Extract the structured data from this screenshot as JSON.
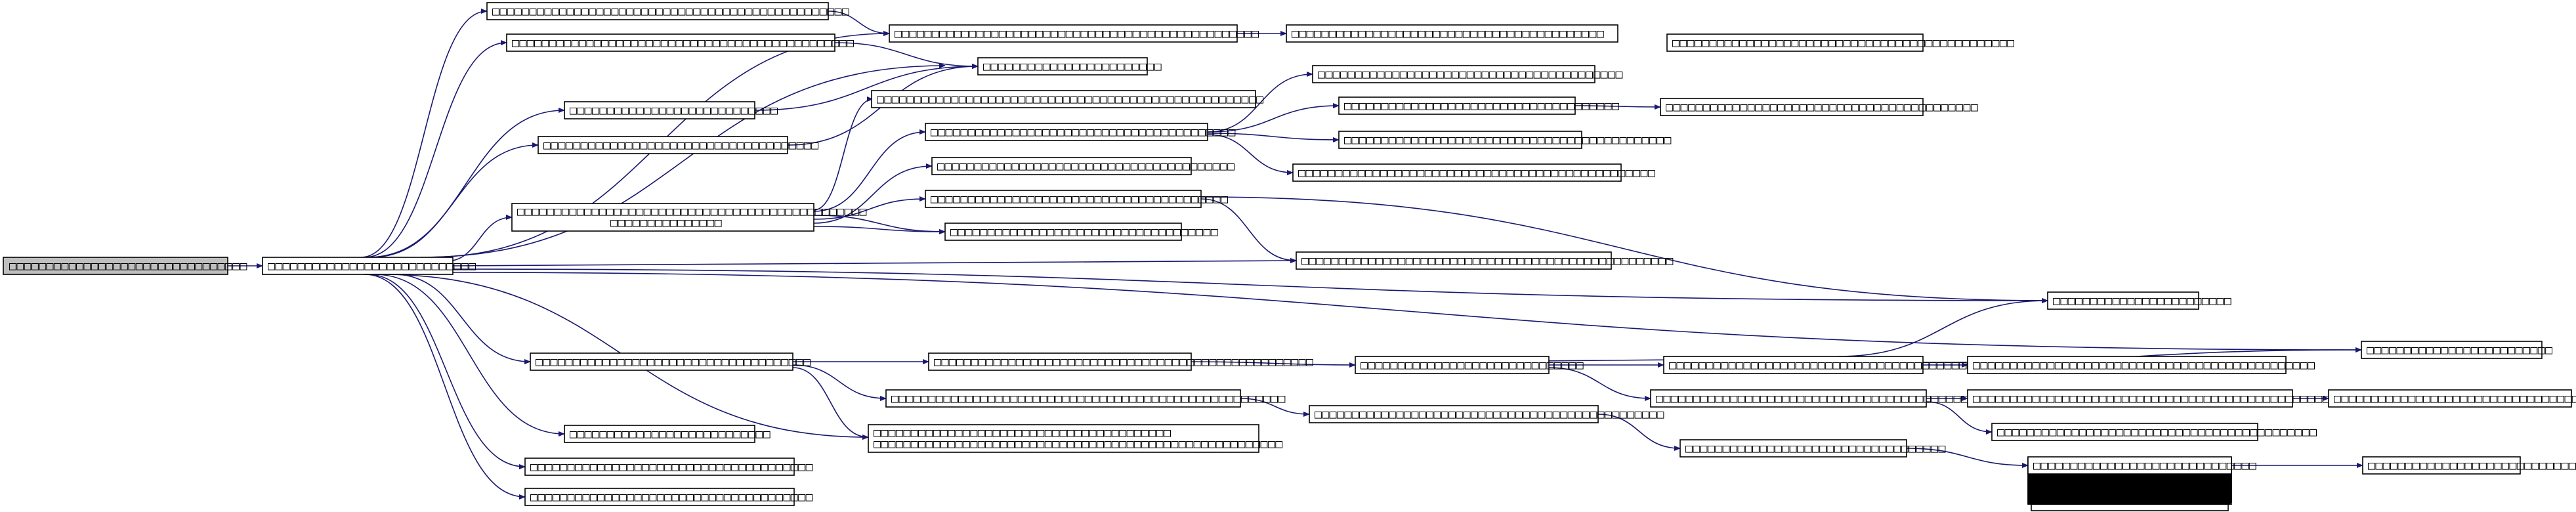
{
  "diagram": {
    "kind": "call-graph",
    "colors": {
      "edge": "#191970",
      "root_fill": "#bfbfbf",
      "node_fill": "#ffffff",
      "border": "#000000"
    },
    "glyph_note": "Every node label renders as unreadable placeholder boxes (missing-font glyphs); each label is a string of those glyphs.",
    "nodes": {
      "n_root": {
        "label": "□□□□□□□□□□□□□□□□□□□□□□□□□□□□□□□□",
        "root": true
      },
      "n_a": {
        "label": "□□□□□□□□□□□□□□□□□□□□□□□□□□□□"
      },
      "n_b1": {
        "label": "□□□□□□□□□□□□□□□□□□□□□□□□□□□□□□□□□□□□□□□□□□□□□□□□"
      },
      "n_b2": {
        "label": "□□□□□□□□□□□□□□□□□□□□□□□□□□□□□□□□□□□□□□□□□□□□□□"
      },
      "n_b3": {
        "label": "□□□□□□□□□□□□□□□□□□□□□□□□□□□□"
      },
      "n_b4": {
        "label": "□□□□□□□□□□□□□□□□□□□□□□□□□□□□□□□□□□□□□"
      },
      "n_b5a": {
        "label": "□□□□□□□□□□□□□□□□□□□□□□□□□□□□□□□□□□□□□□□□□□□□□□□"
      },
      "n_b5b": {
        "label": "□□□□□□□□□□□□□□□"
      },
      "n_b6": {
        "label": "□□□□□□□□□□□□□□□□□□□□□□□□□□□□□□□□□□□□□"
      },
      "n_b7": {
        "label": "□□□□□□□□□□□□□□□□□□□□□□□□□□□"
      },
      "n_b8": {
        "label": "□□□□□□□□□□□□□□□□□□□□□□□□□□□□□□□□□□□□□□"
      },
      "n_b9": {
        "label": "□□□□□□□□□□□□□□□□□□□□□□□□□□□□□□□□□□□□□□"
      },
      "n_c1": {
        "label": "□□□□□□□□□□□□□□□□□□□□□□□□□□□□□□□□□□□□□□□□□□□□□□□□□"
      },
      "n_c2": {
        "label": "□□□□□□□□□□□□□□□□□□□□□□□□"
      },
      "n_c3": {
        "label": "□□□□□□□□□□□□□□□□□□□□□□□□□□□□□□□□□□□□□□□□□□□□□□□□□□□□"
      },
      "n_c4": {
        "label": "□□□□□□□□□□□□□□□□□□□□□□□□□□□□□□□□□□□□□□□□□"
      },
      "n_c5": {
        "label": "□□□□□□□□□□□□□□□□□□□□□□□□□□□□□□□□□□□□□□□□"
      },
      "n_c6": {
        "label": "□□□□□□□□□□□□□□□□□□□□□□□□□□□□□□□□□□□□"
      },
      "n_c7": {
        "label": "□□□□□□□□□□□□□□□□□□□□□□□□□□□□□□□□□□□□□□□□"
      },
      "n_c8": {
        "label": "□□□□□□□□□□□□□□□□□□□□□□□□□□□□□□□□□□□□□□□□□□□□□□□□□□□"
      },
      "n_c9a": {
        "label": "□□□□□□□□□□□□□□□□□□□□□□□□□□□□□□□□□□□□□□□□"
      },
      "n_c9b": {
        "label": "□□□□□□□□□□□□□□□□□□□□□□□□□□□□□□□□□□□□□□□□□□□□□□□□□□□□□□□"
      },
      "n_d1": {
        "label": "□□□□□□□□□□□□□□□□□□□□□□□□□□□□□□□□□□□□□□□□□□□□□□□□□□□□□"
      },
      "n_d2": {
        "label": "□□□□□□□□□□□□□□□□□□□□□□□□□□□□□□□□□□□□□□□□□□"
      },
      "n_d3": {
        "label": "□□□□□□□□□□□□□□□□□□□□□□□□□□□□□□□□□□□□□□□□□□□□"
      },
      "n_d4": {
        "label": "□□□□□□□□□□□□□□□□□□□□□□□□□□□□□□□□□□□□□□□□□□□□□□□□"
      },
      "n_d5": {
        "label": "□□□□□□□□□□□□□□□□□□□□□□□□□□□□□□□□□□□□□□□□□□□□□□□□□□"
      },
      "n_d6": {
        "label": "□□□□□□□□□□□□□□□□□□□□□□□□□□□□□□□□□□□□□□□□□□□□□□□"
      },
      "n_e1": {
        "label": "□□□□□□□□□□□□□□□□□□□□□□□□□□□□□□"
      },
      "n_e2": {
        "label": "□□□□□□□□□□□□□□□□□□□□□□□□□□□□□□□□□□□□□□□□□□"
      },
      "n_e3": {
        "label": "□□□□□□□□□□□□□□□□□□□□□□□□□□□□□□□□□□□□□□□□□□□□□□□□□□"
      },
      "n_e4": {
        "label": "□□□□□□□□□□□□□□□□□□□□□□□□□□□□□□□□□□□□□□□□□□□□□□"
      },
      "n_e5": {
        "label": "□□□□□□□□□□□□□□□□□□□□□□□□□□□□□□□□□□□□□□□□□□□□□□□□□□"
      },
      "n_e6": {
        "label": "□□□□□□□□□□□□□□□□□□□□□□□□□□□□□□□□□□□□□□□□□□□"
      },
      "n_e7": {
        "label": "□□□□□□□□□□□□□□□□□□□□□□□□□□□□□□□□□□□"
      },
      "n_e8": {
        "label": "□□□□□□□□□□□□□□□□□□□□□□□□□□□□□□"
      },
      "n_f1": {
        "label": "□□□□□□□□□□□□□□□□□□□□□□□□"
      },
      "n_f2": {
        "label": "□□□□□□□□□□□□□□□□□□□□□□□□□"
      }
    },
    "edges": [
      [
        "n_root",
        "n_a"
      ],
      [
        "n_a",
        "n_b1"
      ],
      [
        "n_a",
        "n_b2"
      ],
      [
        "n_a",
        "n_b3"
      ],
      [
        "n_a",
        "n_b4"
      ],
      [
        "n_a",
        "n_b5a"
      ],
      [
        "n_a",
        "n_b6"
      ],
      [
        "n_a",
        "n_b7"
      ],
      [
        "n_a",
        "n_b8"
      ],
      [
        "n_a",
        "n_b9"
      ],
      [
        "n_a",
        "n_c1"
      ],
      [
        "n_a",
        "n_c2"
      ],
      [
        "n_a",
        "n_c3"
      ],
      [
        "n_a",
        "n_c9a"
      ],
      [
        "n_a",
        "n_f1"
      ],
      [
        "n_a",
        "n_f2"
      ],
      [
        "n_b1",
        "n_c1"
      ],
      [
        "n_b2",
        "n_c1"
      ],
      [
        "n_b3",
        "n_c2"
      ],
      [
        "n_b4",
        "n_c2"
      ],
      [
        "n_b5a",
        "n_c2"
      ],
      [
        "n_b5a",
        "n_c3"
      ],
      [
        "n_b5a",
        "n_c4"
      ],
      [
        "n_b5a",
        "n_c5"
      ],
      [
        "n_b5a",
        "n_c6"
      ],
      [
        "n_b5a",
        "n_c7"
      ],
      [
        "n_b6",
        "n_c8"
      ],
      [
        "n_b6",
        "n_c9a"
      ],
      [
        "n_b6",
        "n_d5"
      ],
      [
        "n_b6",
        "n_c3"
      ],
      [
        "n_c1",
        "n_d1"
      ],
      [
        "n_c4",
        "n_d2"
      ],
      [
        "n_c4",
        "n_d3"
      ],
      [
        "n_c4",
        "n_d4"
      ],
      [
        "n_c4",
        "n_d5"
      ],
      [
        "n_c7",
        "n_c8"
      ],
      [
        "n_c7",
        "n_f1"
      ],
      [
        "n_c8",
        "n_e1"
      ],
      [
        "n_c8",
        "n_e6"
      ],
      [
        "n_e1",
        "n_e2"
      ],
      [
        "n_e1",
        "n_e3"
      ],
      [
        "n_e2",
        "n_e1"
      ],
      [
        "n_e2",
        "n_e4"
      ],
      [
        "n_e2",
        "n_f1"
      ],
      [
        "n_e3",
        "n_e4"
      ],
      [
        "n_e3",
        "n_e5"
      ],
      [
        "n_e4",
        "n_f2"
      ],
      [
        "n_e5",
        "n_e6"
      ],
      [
        "n_e6",
        "n_e7"
      ],
      [
        "n_e7",
        "n_e8"
      ],
      [
        "n_e8",
        "n_d6"
      ],
      [
        "n_e4",
        "n_d6"
      ]
    ]
  }
}
